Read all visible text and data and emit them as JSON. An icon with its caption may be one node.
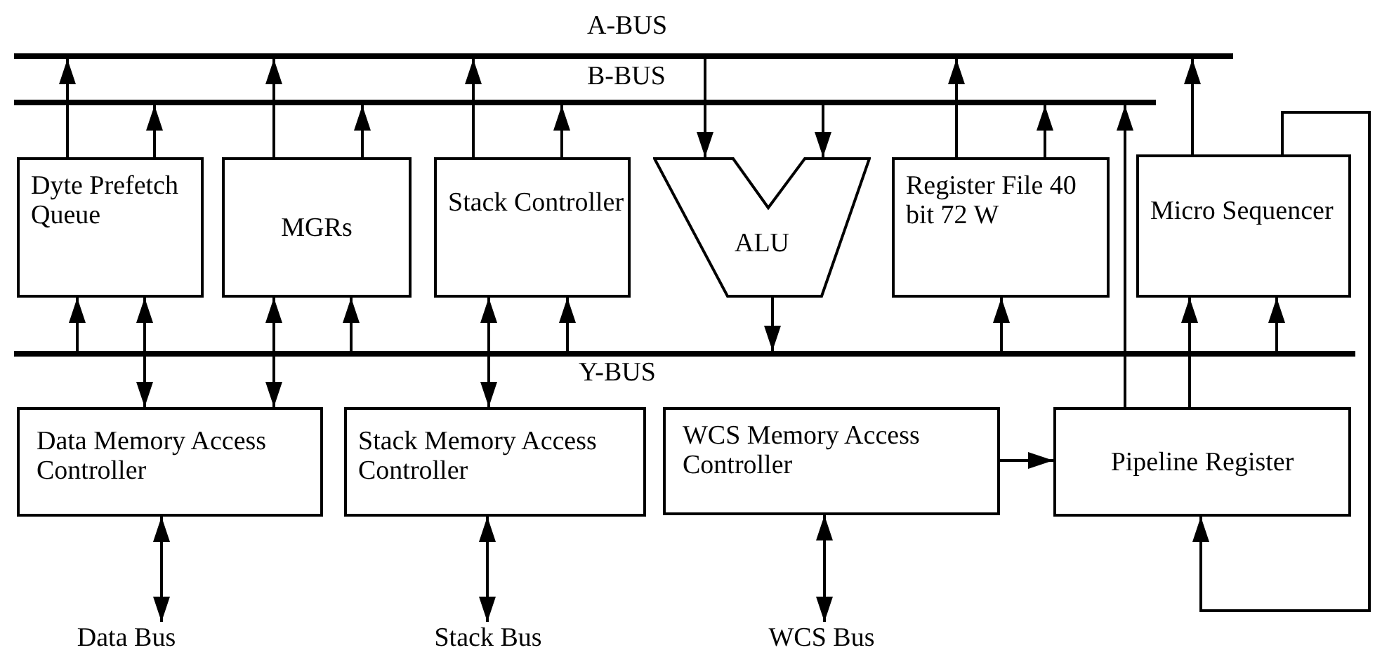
{
  "diagram": {
    "nodes": [
      {
        "text": [],
        "shape": "bar",
        "beside": [
          "A-BUS"
        ]
      },
      {
        "text": [],
        "shape": "bar",
        "beside": [
          "B-BUS"
        ]
      },
      {
        "text": [
          "Dyte Prefetch Queue"
        ]
      },
      {
        "text": [
          "MGRs"
        ]
      },
      {
        "text": [
          "Stack Controller"
        ]
      },
      {
        "text": [
          "ALU"
        ]
      },
      {
        "text": [
          "Register File 40 bit 72 W"
        ]
      },
      {
        "text": [
          "Micro Sequencer"
        ]
      },
      {
        "text": [],
        "shape": "bar",
        "beside": [
          "Y-BUS"
        ]
      },
      {
        "text": [
          "Data Memory Access Controller"
        ]
      },
      {
        "text": [
          "Stack Memory Access Controller"
        ]
      },
      {
        "text": [
          "WCS Memory Access Controller"
        ]
      },
      {
        "text": [
          "Pipeline Register"
        ]
      },
      {
        "text": [
          "Data Bus"
        ]
      },
      {
        "text": [
          "Stack Bus"
        ]
      },
      {
        "text": [
          "WCS Bus"
        ]
      }
    ],
    "edges": [
      {
        "from": 2,
        "to": 0,
        "arrow": "to"
      },
      {
        "from": 2,
        "to": 1,
        "arrow": "to"
      },
      {
        "from": 8,
        "to": 2,
        "arrow": "to"
      },
      {
        "from": 8,
        "to": 2,
        "arrow": "to"
      },
      {
        "from": 8,
        "to": 9,
        "arrow": "to"
      },
      {
        "from": 3,
        "to": 0,
        "arrow": "to"
      },
      {
        "from": 3,
        "to": 1,
        "arrow": "to"
      },
      {
        "from": 8,
        "to": 3,
        "arrow": "to"
      },
      {
        "from": 8,
        "to": 9,
        "arrow": "to"
      },
      {
        "from": 8,
        "to": 3,
        "arrow": "to"
      },
      {
        "from": 4,
        "to": 0,
        "arrow": "to"
      },
      {
        "from": 4,
        "to": 1,
        "arrow": "to"
      },
      {
        "from": 8,
        "to": 4,
        "arrow": "to"
      },
      {
        "from": 8,
        "to": 10,
        "arrow": "to"
      },
      {
        "from": 8,
        "to": 4,
        "arrow": "to"
      },
      {
        "from": 0,
        "to": 5,
        "arrow": "to"
      },
      {
        "from": 1,
        "to": 5,
        "arrow": "to"
      },
      {
        "from": 5,
        "to": 8,
        "arrow": "to"
      },
      {
        "from": 6,
        "to": 0,
        "arrow": "to"
      },
      {
        "from": 6,
        "to": 1,
        "arrow": "to"
      },
      {
        "from": 8,
        "to": 6,
        "arrow": "to"
      },
      {
        "from": 12,
        "to": 1,
        "arrow": "to"
      },
      {
        "from": 7,
        "to": 0,
        "arrow": "to"
      },
      {
        "from": 12,
        "to": 7,
        "arrow": "to"
      },
      {
        "from": 8,
        "to": 7,
        "arrow": "to"
      },
      {
        "from": 7,
        "to": 12,
        "arrow": "to"
      },
      {
        "from": 11,
        "to": 12,
        "arrow": "to"
      },
      {
        "from": 9,
        "to": 13,
        "arrow": "both"
      },
      {
        "from": 10,
        "to": 14,
        "arrow": "both"
      },
      {
        "from": 11,
        "to": 15,
        "arrow": "both"
      }
    ]
  }
}
